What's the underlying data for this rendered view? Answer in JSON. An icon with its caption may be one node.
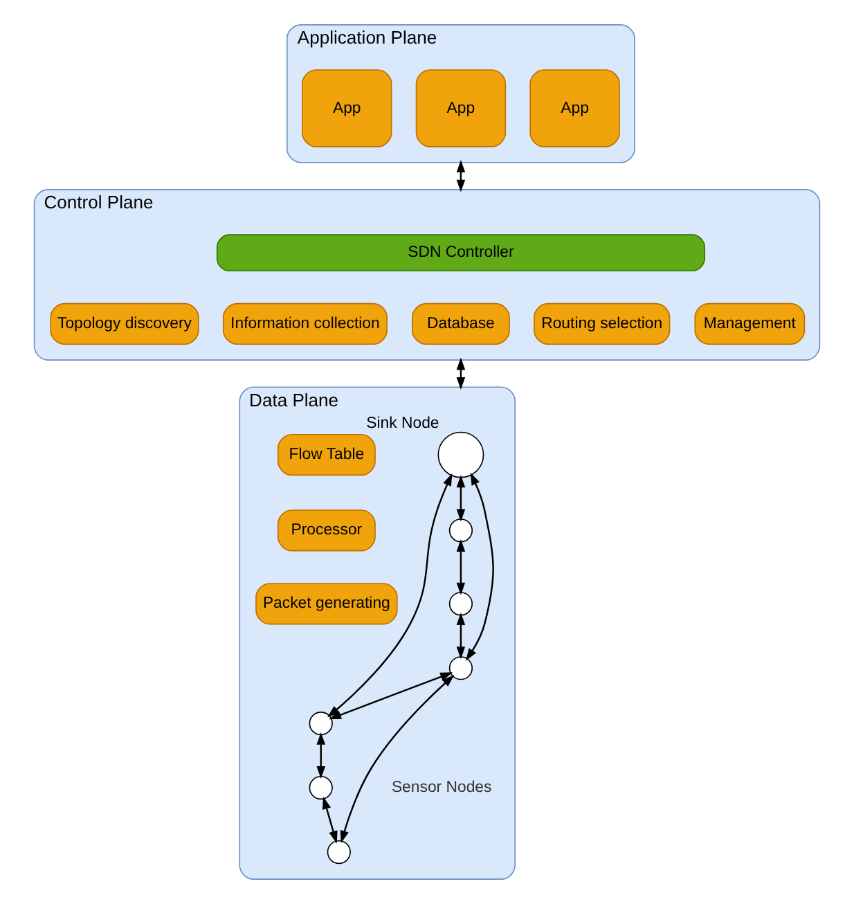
{
  "diagram": {
    "nodes": [
      {
        "text": [
          "Application Plane"
        ]
      },
      {
        "text": [
          "App"
        ],
        "in": 0
      },
      {
        "text": [
          "App"
        ],
        "in": 0
      },
      {
        "text": [
          "App"
        ],
        "in": 0
      },
      {
        "text": [
          "Control Plane"
        ]
      },
      {
        "text": [
          "SDN Controller"
        ],
        "in": 4
      },
      {
        "text": [
          "Topology discovery"
        ],
        "in": 4
      },
      {
        "text": [
          "Information collection"
        ],
        "in": 4
      },
      {
        "text": [
          "Database"
        ],
        "in": 4
      },
      {
        "text": [
          "Routing selection"
        ],
        "in": 4
      },
      {
        "text": [
          "Management"
        ],
        "in": 4
      },
      {
        "text": [
          "Data Plane"
        ]
      },
      {
        "text": [],
        "shape": "circle",
        "in": 11,
        "beside": [
          "Sink Node"
        ]
      },
      {
        "text": [],
        "shape": "circle",
        "in": 11
      },
      {
        "text": [],
        "shape": "circle",
        "in": 11
      },
      {
        "text": [],
        "shape": "circle",
        "in": 11
      },
      {
        "text": [],
        "shape": "circle",
        "in": 11
      },
      {
        "text": [],
        "shape": "circle",
        "in": 11
      },
      {
        "text": [],
        "shape": "circle",
        "in": 11
      },
      {
        "text": [
          "Flow Table"
        ],
        "in": 11
      },
      {
        "text": [
          "Processor"
        ],
        "in": 11
      },
      {
        "text": [
          "Packet generating"
        ],
        "in": 11
      }
    ],
    "edges": [
      {
        "from": 0,
        "to": 4,
        "arrow": "both"
      },
      {
        "from": 4,
        "to": 11,
        "arrow": "both"
      },
      {
        "from": 12,
        "to": 14,
        "arrow": "both"
      },
      {
        "from": 12,
        "to": 15,
        "arrow": "both"
      },
      {
        "from": 12,
        "to": 13,
        "arrow": "both"
      },
      {
        "from": 14,
        "to": 17,
        "arrow": "both"
      },
      {
        "from": 17,
        "to": 15,
        "arrow": "both"
      },
      {
        "from": 15,
        "to": 18,
        "arrow": "both"
      },
      {
        "from": 15,
        "to": 13,
        "arrow": "both"
      },
      {
        "from": 13,
        "to": 16,
        "arrow": "both"
      },
      {
        "from": 16,
        "to": 18,
        "arrow": "both"
      }
    ],
    "labels": [
      "Sensor Nodes"
    ]
  }
}
